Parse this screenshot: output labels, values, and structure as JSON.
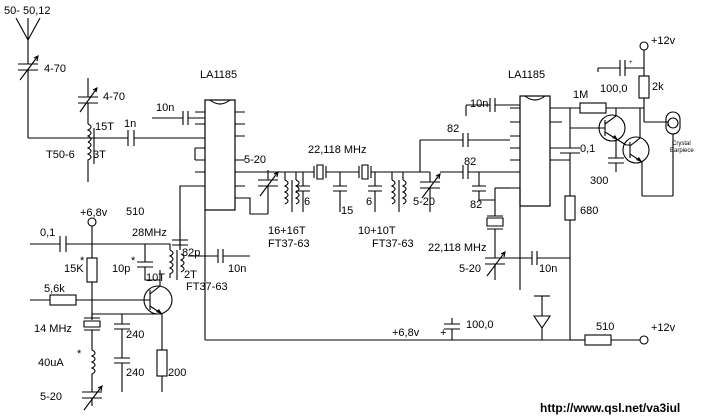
{
  "antenna": {
    "label": "50- 50,12"
  },
  "cap_input": {
    "label": "4-70"
  },
  "cap_tune1": {
    "label": "4-70"
  },
  "coil_t50": {
    "turns_a": "15T",
    "turns_b": "3T",
    "core": "T50-6"
  },
  "cap_1n": {
    "label": "1n"
  },
  "mixer1": {
    "label": "LA1185"
  },
  "mixer2": {
    "label": "LA1185"
  },
  "cap_10n_a": {
    "label": "10n"
  },
  "trim_5_20_a": {
    "label": "5-20"
  },
  "xtal_filter": {
    "freq": "22,118 MHz"
  },
  "coil_16t": {
    "turns": "16+16T",
    "core": "FT37-63"
  },
  "caps_filter": {
    "c1": "6",
    "c2": "15",
    "c3": "6"
  },
  "coil_10t": {
    "turns": "10+10T",
    "core": "FT37-63"
  },
  "trim_5_20_b": {
    "label": "5-20"
  },
  "cap_10n_b": {
    "label": "10n"
  },
  "cap_82_a": {
    "label": "82"
  },
  "cap_82_b": {
    "label": "82"
  },
  "cap_82_c": {
    "label": "82"
  },
  "cap_01_b": {
    "label": "0,1"
  },
  "xtal_lo2": {
    "freq": "22,118 MHz"
  },
  "trim_5_20_c": {
    "label": "5-20"
  },
  "cap_10n_c": {
    "label": "10n"
  },
  "res_680": {
    "label": "680"
  },
  "res_1m": {
    "label": "1M"
  },
  "cap_100_a": {
    "label": "100,0"
  },
  "res_2k": {
    "label": "2k"
  },
  "cap_300": {
    "label": "300"
  },
  "supply_12v_top": {
    "label": "+12v"
  },
  "earpiece": {
    "label_a": "Crystal",
    "label_b": "Earpiece"
  },
  "supply_68v": {
    "label": "+6,8v"
  },
  "res_510_top": {
    "label": "510"
  },
  "coil_28": {
    "freq": "28MHz",
    "turns_a": "10T",
    "turns_b": "2T",
    "core": "FT37-63"
  },
  "cap_10p": {
    "label": "10p",
    "mark": "*"
  },
  "cap_82p": {
    "label": "82p"
  },
  "cap_10n_d": {
    "label": "10n"
  },
  "cap_01_a": {
    "label": "0,1"
  },
  "res_15k": {
    "label": "15K",
    "mark": "*"
  },
  "res_56k": {
    "label": "5,6k"
  },
  "xtal_14": {
    "freq": "14 MHz"
  },
  "cap_240_a": {
    "label": "240"
  },
  "cap_240_b": {
    "label": "240"
  },
  "res_200": {
    "label": "200"
  },
  "coil_40ua": {
    "label": "40uA",
    "mark": "*"
  },
  "trim_5_20_d": {
    "label": "5-20"
  },
  "supply_68v_b": {
    "label": "+6,8v"
  },
  "cap_100_b": {
    "label": "100,0",
    "plus": "+"
  },
  "res_510_b": {
    "label": "510"
  },
  "supply_12v_b": {
    "label": "+12v"
  },
  "plus_top": {
    "label": "+"
  },
  "url": {
    "text": "http://www.qsl.net/va3iul"
  }
}
